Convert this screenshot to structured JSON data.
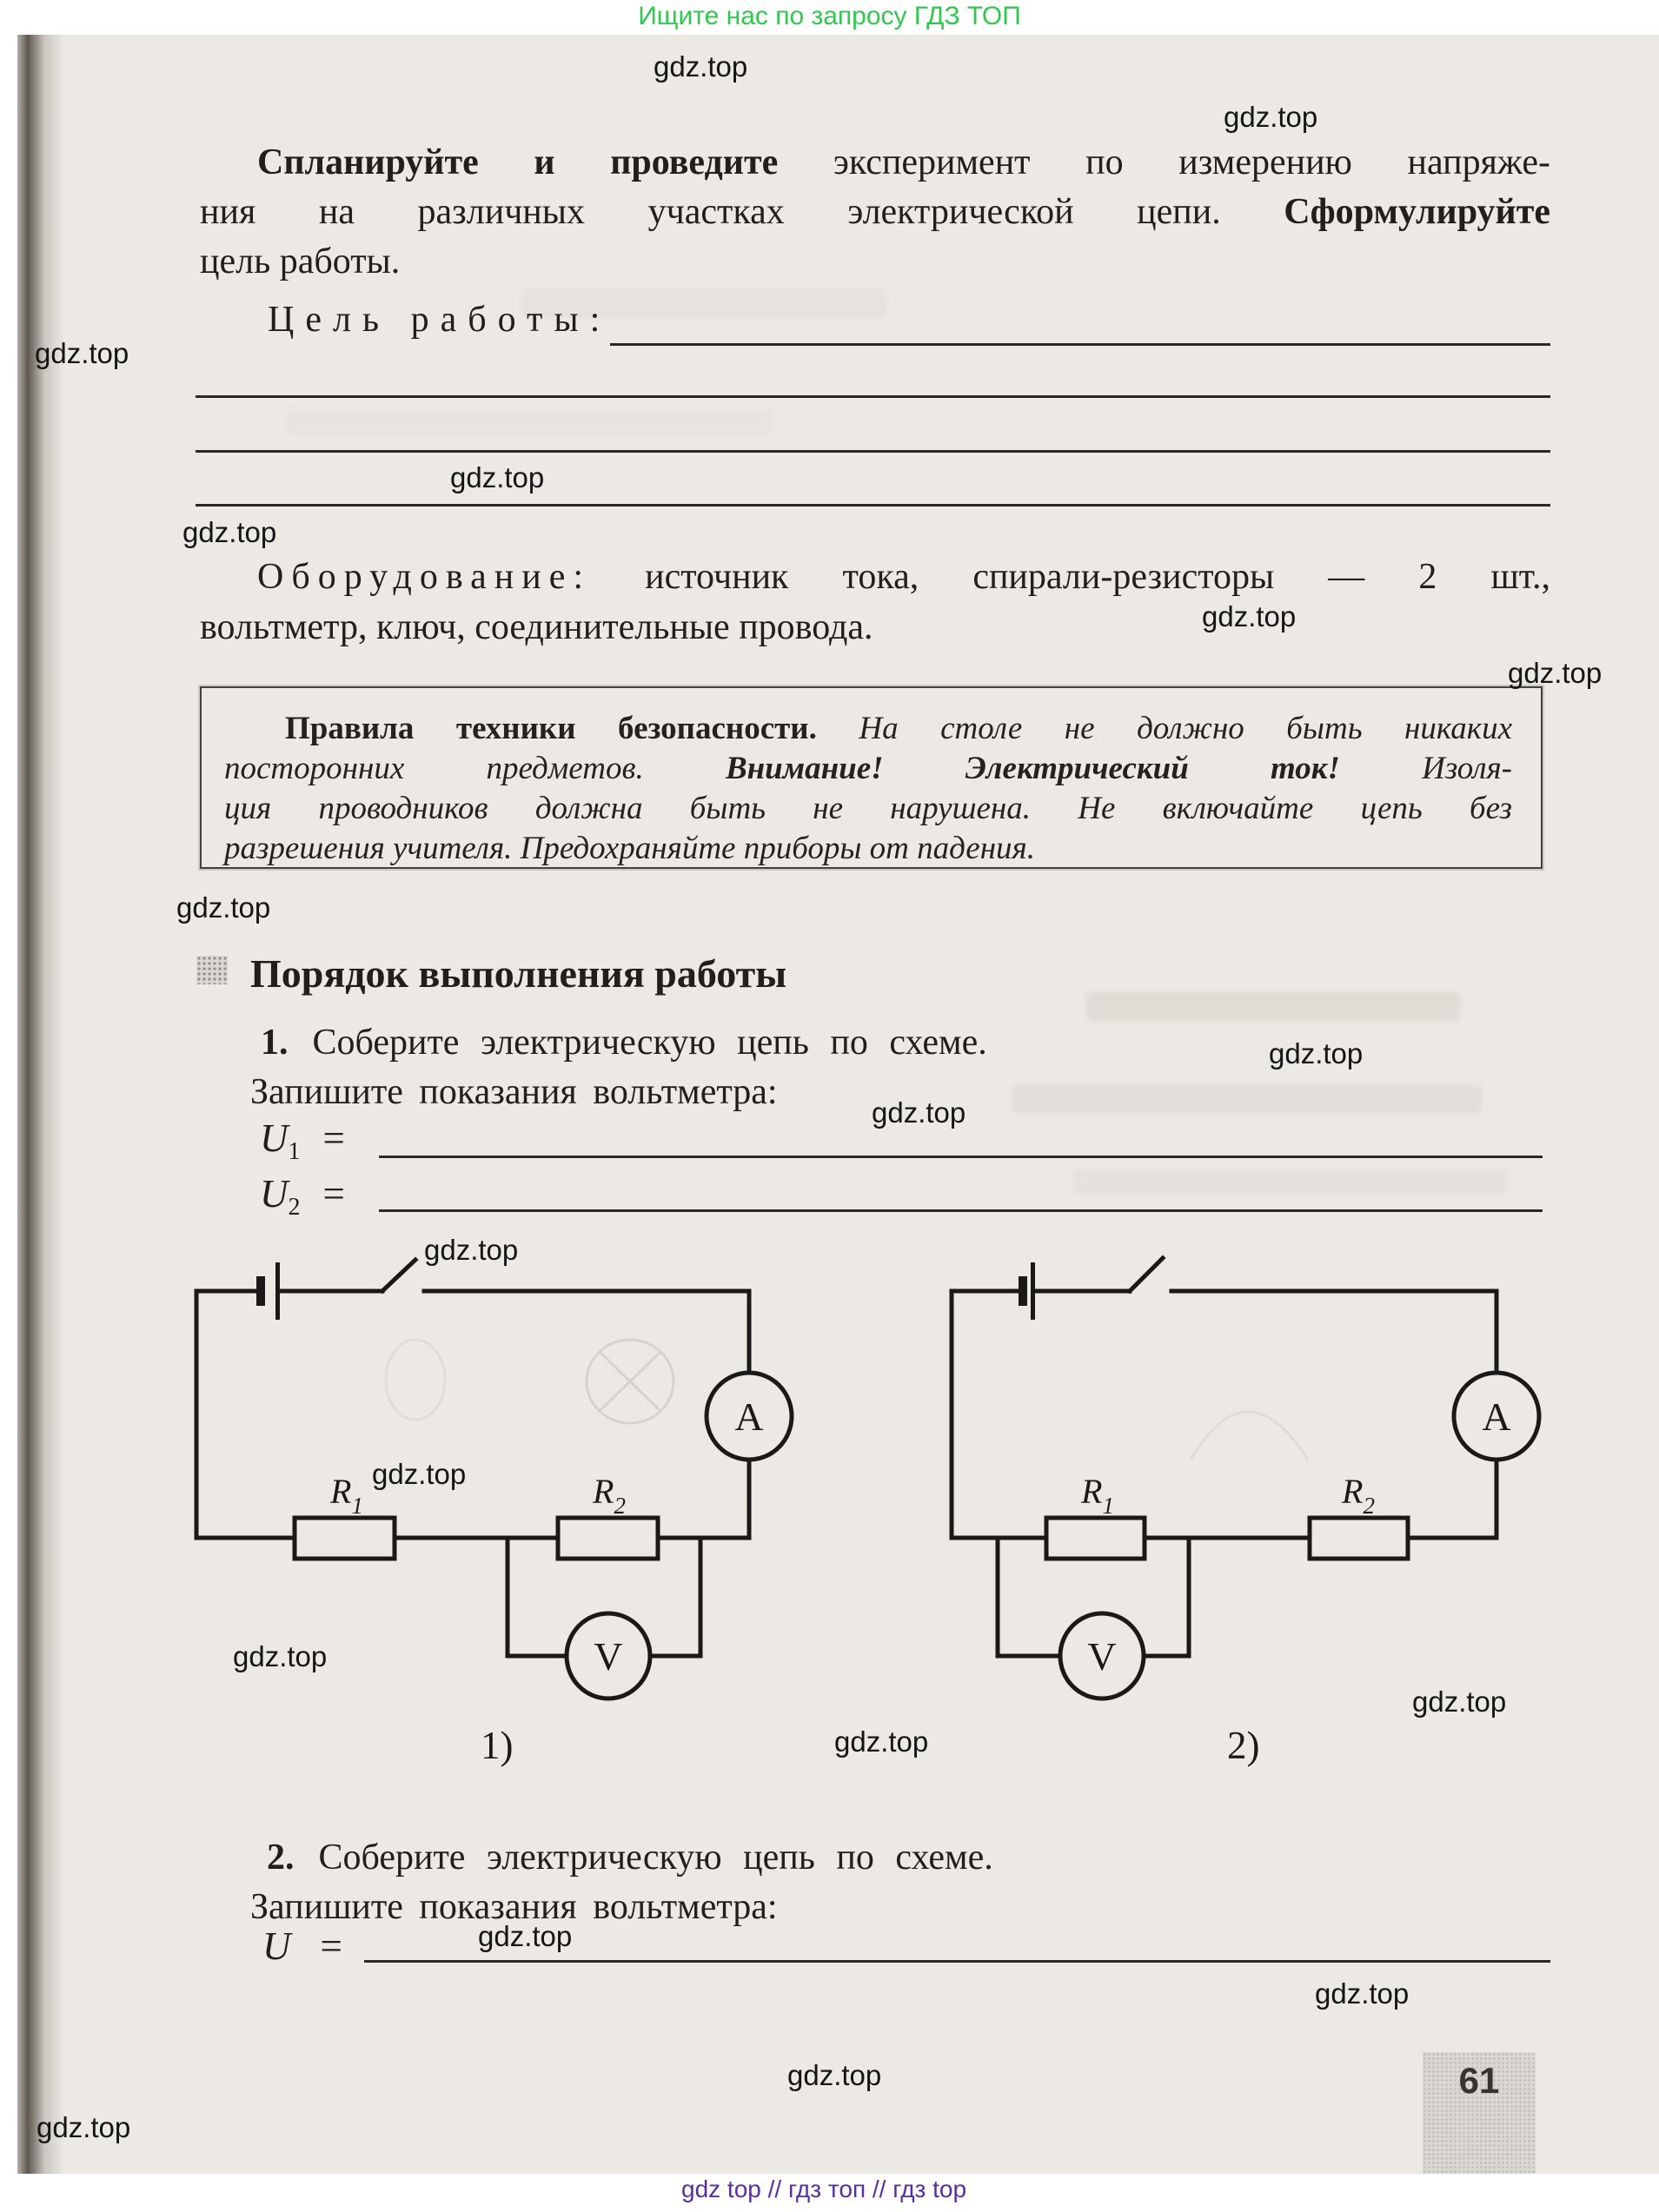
{
  "banner": {
    "text": "Ищите нас по запросу ГДЗ ТОП",
    "color": "#2fc94f"
  },
  "watermark": {
    "text": "gdz.top"
  },
  "intro": {
    "bold1": "Спланируйте и проведите",
    "rest1": " эксперимент по измерению напряже-",
    "line2a": "ния на различных участках электрической цепи. ",
    "bold2": "Сформулируйте",
    "line3": "цель работы."
  },
  "goal": {
    "label": "Цель работы:"
  },
  "equipment": {
    "label": "Оборудование:",
    "rest1": " источник тока, спирали-резисторы — 2 шт.,",
    "line2": "вольтметр, ключ, соединительные провода."
  },
  "safety": {
    "bold1": "Правила техники безопасности.",
    "it1": " На столе не должно быть никаких",
    "it2a": "посторонних предметов. ",
    "bold2": "Внимание! Электрический ток!",
    "it2b": " Изоля-",
    "line3": "ция проводников должна быть не нарушена. Не включайте цепь без",
    "line4": "разрешения учителя. Предохраняйте приборы от падения."
  },
  "procedure": {
    "heading": "Порядок выполнения работы"
  },
  "steps": [
    {
      "num": "1.",
      "line1": "Соберите электрическую цепь по схеме.",
      "line2": "Запишите показания вольтметра:"
    },
    {
      "num": "2.",
      "line1": "Соберите электрическую цепь по схеме.",
      "line2": "Запишите показания вольтметра:"
    }
  ],
  "readings": {
    "u1": {
      "sym": "U",
      "sub": "1",
      "eq": "="
    },
    "u2": {
      "sym": "U",
      "sub": "2",
      "eq": "="
    },
    "u": {
      "sym": "U",
      "eq": "="
    }
  },
  "circuits": {
    "c1": {
      "caption": "1)",
      "ammeter": "A",
      "voltmeter": "V",
      "r1": "R",
      "r1sub": "1",
      "r2": "R",
      "r2sub": "2"
    },
    "c2": {
      "caption": "2)",
      "ammeter": "A",
      "voltmeter": "V",
      "r1": "R",
      "r1sub": "1",
      "r2": "R",
      "r2sub": "2"
    }
  },
  "page": {
    "number": "61"
  },
  "footer": {
    "text": "gdz top  //  гдз топ  //  гдз top"
  }
}
